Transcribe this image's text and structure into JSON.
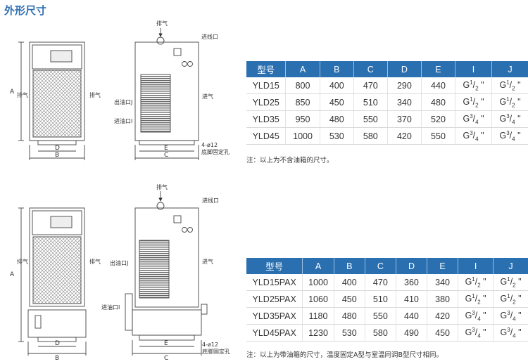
{
  "title": "外形尺寸",
  "labels": {
    "exhaust": "排气",
    "inlet": "进气",
    "cable_entry": "进线口",
    "oil_out": "出油口J",
    "oil_in": "进油口I",
    "holes": "4-ø12",
    "holes_sub": "底脚固定孔",
    "dim_a": "A",
    "dim_b": "B",
    "dim_c": "C",
    "dim_d": "D",
    "dim_e": "E"
  },
  "table1": {
    "headers": [
      "型号",
      "A",
      "B",
      "C",
      "D",
      "E",
      "I",
      "J"
    ],
    "rows": [
      {
        "model": "YLD15",
        "a": "800",
        "b": "400",
        "c": "470",
        "d": "290",
        "e": "440",
        "i": [
          "G",
          "1",
          "2"
        ],
        "j": [
          "G",
          "1",
          "2"
        ]
      },
      {
        "model": "YLD25",
        "a": "850",
        "b": "450",
        "c": "510",
        "d": "340",
        "e": "480",
        "i": [
          "G",
          "1",
          "2"
        ],
        "j": [
          "G",
          "1",
          "2"
        ]
      },
      {
        "model": "YLD35",
        "a": "950",
        "b": "480",
        "c": "550",
        "d": "370",
        "e": "520",
        "i": [
          "G",
          "3",
          "4"
        ],
        "j": [
          "G",
          "3",
          "4"
        ]
      },
      {
        "model": "YLD45",
        "a": "1000",
        "b": "530",
        "c": "580",
        "d": "420",
        "e": "550",
        "i": [
          "G",
          "3",
          "4"
        ],
        "j": [
          "G",
          "3",
          "4"
        ]
      }
    ],
    "note": "注：以上为不含油箱的尺寸。"
  },
  "table2": {
    "headers": [
      "型号",
      "A",
      "B",
      "C",
      "D",
      "E",
      "I",
      "J"
    ],
    "rows": [
      {
        "model": "YLD15PAX",
        "a": "1000",
        "b": "400",
        "c": "470",
        "d": "360",
        "e": "340",
        "i": [
          "G",
          "1",
          "2"
        ],
        "j": [
          "G",
          "1",
          "2"
        ]
      },
      {
        "model": "YLD25PAX",
        "a": "1060",
        "b": "450",
        "c": "510",
        "d": "410",
        "e": "380",
        "i": [
          "G",
          "1",
          "2"
        ],
        "j": [
          "G",
          "1",
          "2"
        ]
      },
      {
        "model": "YLD35PAX",
        "a": "1180",
        "b": "480",
        "c": "550",
        "d": "440",
        "e": "420",
        "i": [
          "G",
          "3",
          "4"
        ],
        "j": [
          "G",
          "3",
          "4"
        ]
      },
      {
        "model": "YLD45PAX",
        "a": "1230",
        "b": "530",
        "c": "580",
        "d": "490",
        "e": "450",
        "i": [
          "G",
          "3",
          "4"
        ],
        "j": [
          "G",
          "3",
          "4"
        ]
      }
    ],
    "note": "注：以上为带油箱的尺寸，温度固定A型与室温同调B型尺寸相同。"
  }
}
